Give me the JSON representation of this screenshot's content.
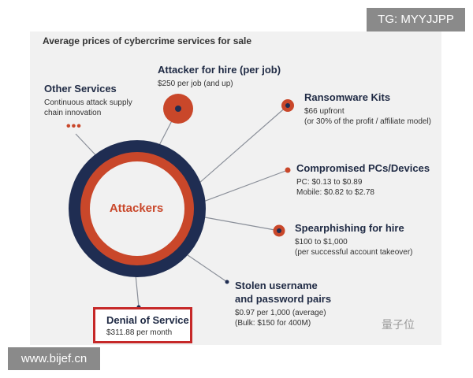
{
  "title": "Average prices of cybercrime services for sale",
  "watermarks": {
    "top": "TG: MYYJJPP",
    "bottom": "www.bijef.cn",
    "logo": "量子位"
  },
  "center": {
    "label": "Attackers"
  },
  "services": {
    "attacker_for_hire": {
      "title": "Attacker for hire (per job)",
      "desc": [
        "$250 per job (and up)"
      ]
    },
    "other_services": {
      "title": "Other Services",
      "desc": [
        "Continuous attack supply",
        "chain innovation"
      ],
      "more": "•••"
    },
    "ransomware_kits": {
      "title": "Ransomware Kits",
      "desc": [
        "$66 upfront",
        "(or 30% of the profit / affiliate model)"
      ]
    },
    "compromised_pcs": {
      "title": "Compromised PCs/Devices",
      "desc": [
        "PC: $0.13 to $0.89",
        "Mobile: $0.82 to $2.78"
      ]
    },
    "spearphishing": {
      "title": "Spearphishing for hire",
      "desc": [
        "$100 to $1,000",
        "(per successful account takeover)"
      ]
    },
    "stolen_credentials": {
      "title_lines": [
        "Stolen username",
        "and password pairs"
      ],
      "desc": [
        "$0.97 per 1,000 (average)",
        "(Bulk: $150 for 400M)"
      ]
    },
    "denial_of_service": {
      "title": "Denial of Service",
      "desc": [
        "$311.88 per month"
      ]
    }
  },
  "colors": {
    "navy": "#1f2d52",
    "orange": "#c9472a",
    "highlight": "#c62828"
  }
}
